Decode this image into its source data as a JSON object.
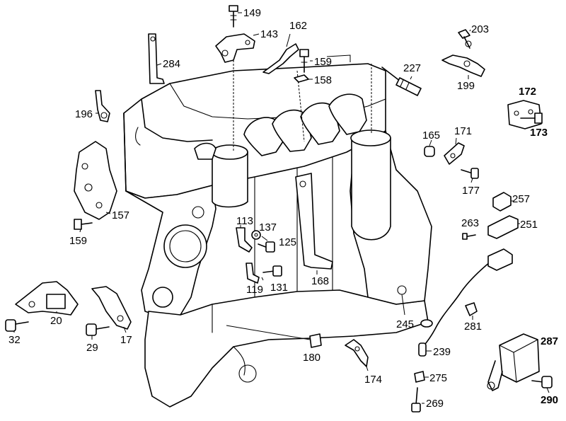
{
  "diagram": {
    "part_numbers": [
      "149",
      "143",
      "162",
      "284",
      "159",
      "158",
      "227",
      "203",
      "199",
      "196",
      "172",
      "173",
      "165",
      "171",
      "177",
      "257",
      "157",
      "159",
      "113",
      "137",
      "125",
      "263",
      "251",
      "119",
      "131",
      "168",
      "20",
      "32",
      "29",
      "17",
      "245",
      "281",
      "180",
      "239",
      "174",
      "275",
      "287",
      "269",
      "290"
    ]
  }
}
